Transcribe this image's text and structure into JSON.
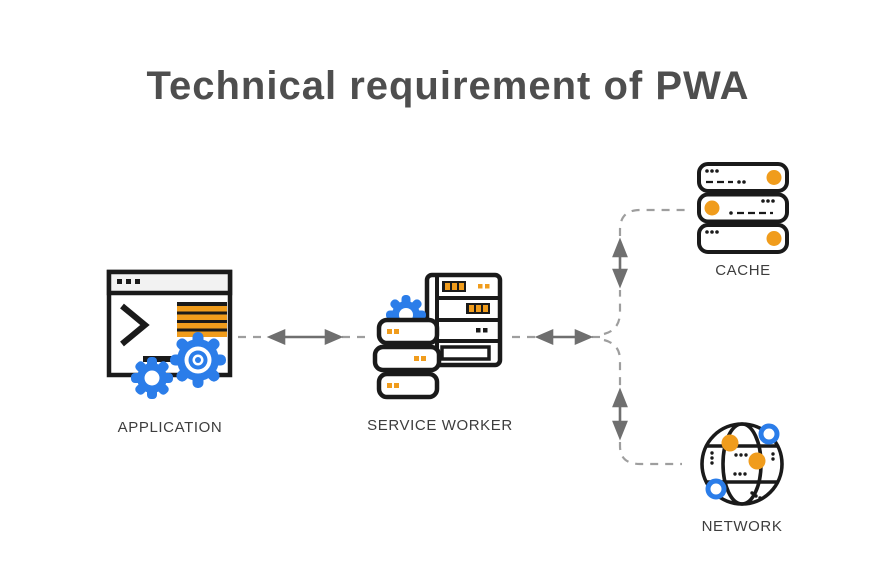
{
  "title": "Technical requirement of PWA",
  "nodes": {
    "application": {
      "label": "APPLICATION",
      "icon": "browser-window-gears-icon"
    },
    "service_worker": {
      "label": "SERVICE WORKER",
      "icon": "server-rack-gear-icon"
    },
    "cache": {
      "label": "CACHE",
      "icon": "server-stack-icon"
    },
    "network": {
      "label": "NETWORK",
      "icon": "globe-icon"
    }
  },
  "connections": [
    {
      "from": "application",
      "to": "service_worker",
      "style": "dashed-double-arrow"
    },
    {
      "from": "service_worker",
      "to": "cache",
      "style": "dashed-double-arrow"
    },
    {
      "from": "service_worker",
      "to": "network",
      "style": "dashed-double-arrow"
    }
  ],
  "colors": {
    "accent_blue": "#2B7DE9",
    "accent_orange": "#F09C1C",
    "icon_stroke": "#1A1A1A",
    "connector_gray": "#9E9E9E",
    "arrow_gray": "#6F6F6F",
    "title_gray": "#4E4E4E",
    "label_gray": "#3D3D3D"
  }
}
